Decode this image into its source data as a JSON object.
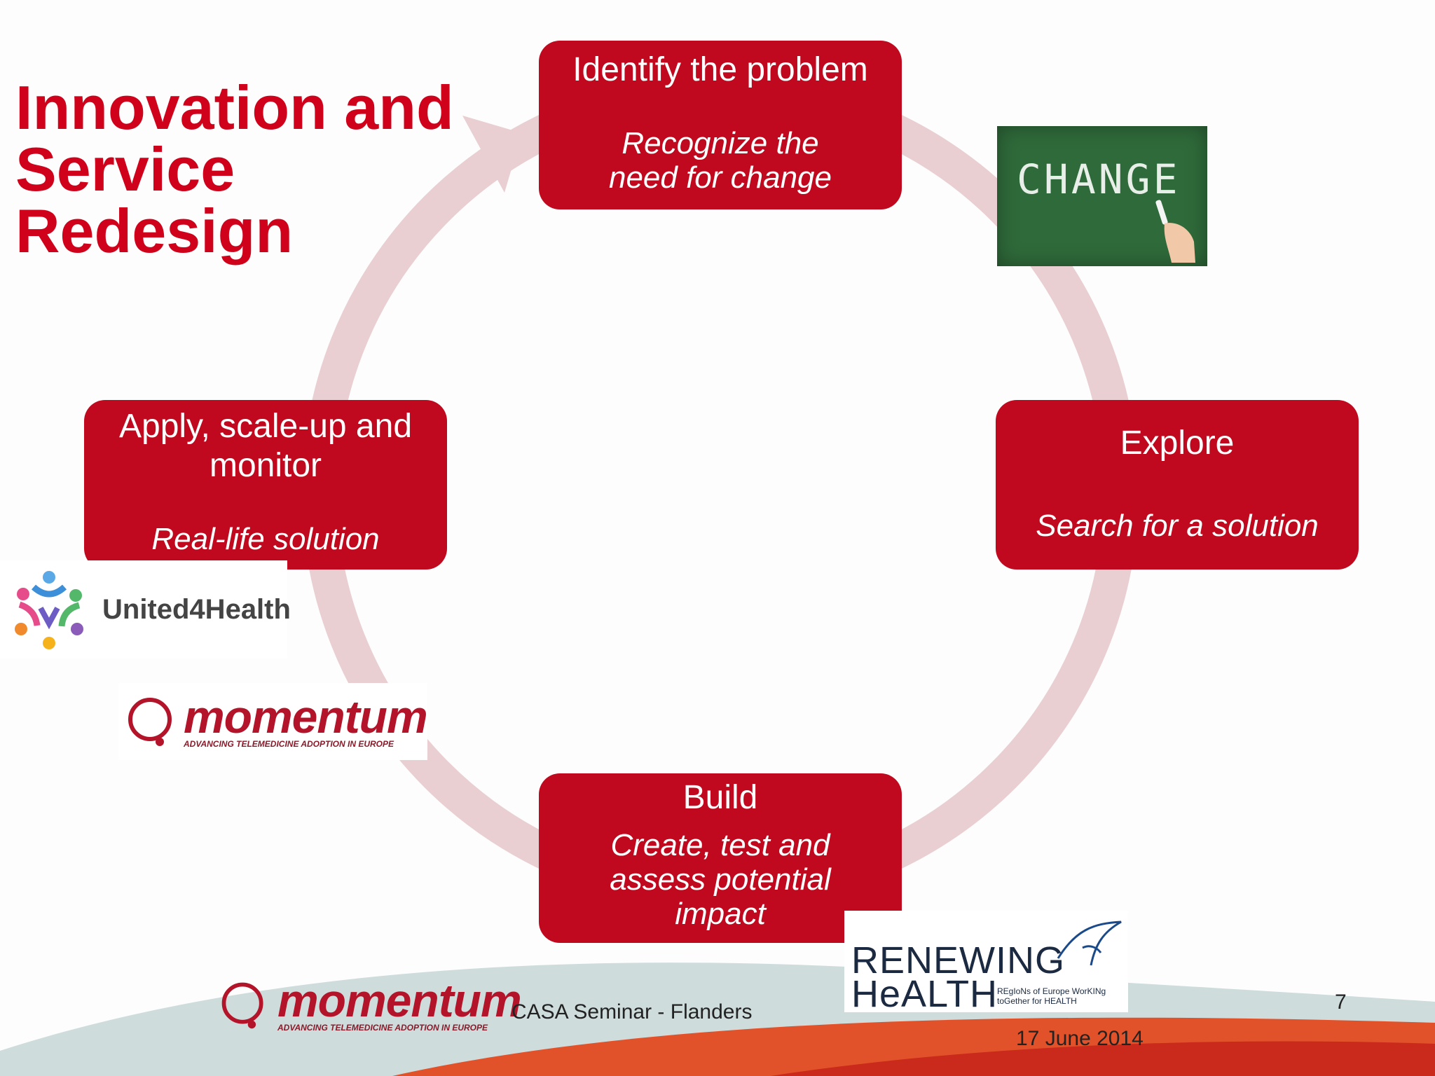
{
  "title": "Innovation and\nService\nRedesign",
  "cycle": [
    {
      "heading": "Identify the problem",
      "sub": "Recognize the\n need for change"
    },
    {
      "heading": "Explore",
      "sub": "Search for a solution"
    },
    {
      "heading": "Build",
      "sub": "Create, test and\nassess  potential\nimpact"
    },
    {
      "heading": "Apply, scale-up and\nmonitor",
      "sub": "Real-life solution"
    }
  ],
  "images": {
    "change_board_text": "CHANGE",
    "united4health_text": "United4Health",
    "momentum_text": "momentum",
    "momentum_tagline": "ADVANCING TELEMEDICINE ADOPTION IN EUROPE",
    "renewing_line1": "RENEWING",
    "renewing_line2": "HeALTH",
    "renewing_tagline": "REgIoNs of Europe WorKINg toGether for HEALTH"
  },
  "footer": {
    "seminar": "CASA Seminar - Flanders",
    "date": "17 June 2014",
    "page_number": "7"
  },
  "colors": {
    "box": "#c0091e",
    "title": "#d0021b",
    "ring": "#e9ced2",
    "board": "#2f6a3a"
  }
}
